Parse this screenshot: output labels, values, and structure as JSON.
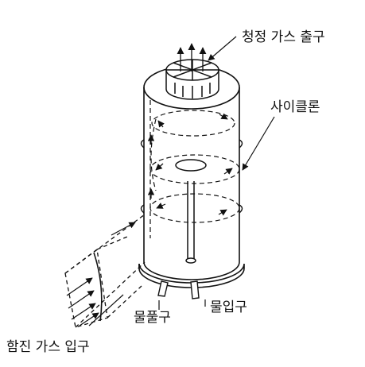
{
  "labels": {
    "clean_gas_outlet": "청정 가스 출구",
    "cyclone": "사이클론",
    "dust_gas_inlet": "함진 가스 입구",
    "drain_port": "물풀구",
    "water_inlet": "물입구"
  },
  "colors": {
    "line": "#111111",
    "background": "#ffffff"
  }
}
